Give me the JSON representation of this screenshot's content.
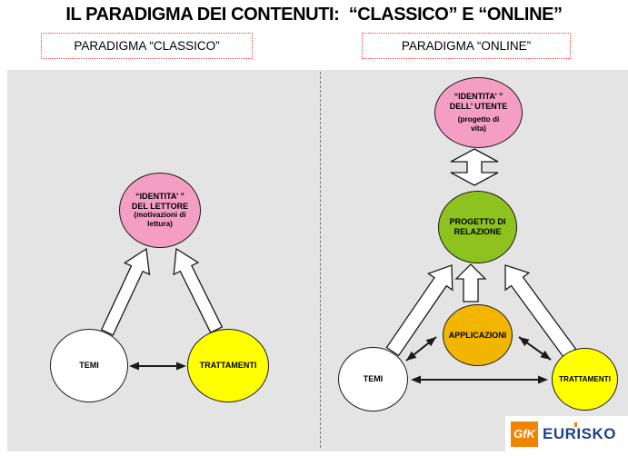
{
  "title": "IL PARADIGMA DEI CONTENUTI:  “CLASSICO” E “ONLINE”",
  "colors": {
    "pink": "#F49EC4",
    "green": "#8DC21F",
    "orange": "#F2B600",
    "yellow": "#FFFF00",
    "white": "#FFFFFF",
    "canvas_bg": "#E4E4E4",
    "label_border_red": "#E8433F",
    "logo_orange": "#F08300",
    "logo_blue": "#1E3F8F"
  },
  "panels": {
    "classic": {
      "label": "PARADIGMA “CLASSICO”",
      "nodes": {
        "identity": {
          "line1": "“IDENTITA’ ”",
          "line2": "DEL LETTORE",
          "line3": "(motivazioni di",
          "line4": "lettura)"
        },
        "temi": {
          "label": "TEMI"
        },
        "trattamenti": {
          "label": "TRATTAMENTI"
        }
      }
    },
    "online": {
      "label": "PARADIGMA “ONLINE”",
      "nodes": {
        "identity": {
          "line1": "“IDENTITA’ ”",
          "line2": "DELL’ UTENTE",
          "line3": "(progetto di",
          "line4": "vita)"
        },
        "progetto": {
          "line1": "PROGETTO DI",
          "line2": "RELAZIONE"
        },
        "applicazioni": {
          "label": "APPLICAZIONI"
        },
        "temi": {
          "label": "TEMI"
        },
        "trattamenti": {
          "label": "TRATTAMENTI"
        }
      }
    }
  },
  "logo": {
    "gfk": "GfK",
    "eurisko": "EURISKO"
  }
}
